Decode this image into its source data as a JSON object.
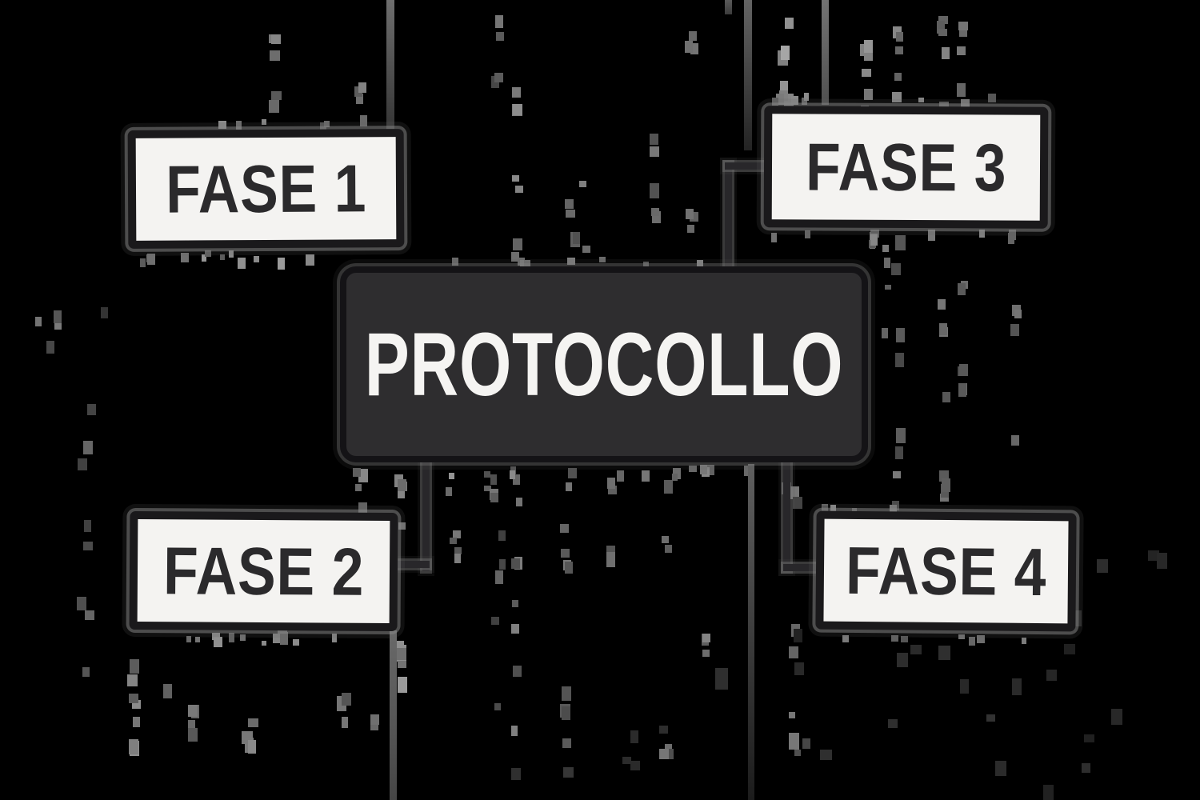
{
  "diagram": {
    "center_label": "PROTOCOLLO",
    "phases": [
      {
        "label": "FASE 1"
      },
      {
        "label": "FASE 2"
      },
      {
        "label": "FASE 3"
      },
      {
        "label": "FASE 4"
      }
    ],
    "colors": {
      "background": "#000000",
      "box_fill_light": "#f4f3f1",
      "box_fill_dark": "#2e2d2f",
      "box_border": "#1a191b",
      "text_dark": "#2b2a2c",
      "text_light": "#f5f4f2",
      "connector": "#28272a",
      "halo": "#8a8a8a"
    }
  }
}
